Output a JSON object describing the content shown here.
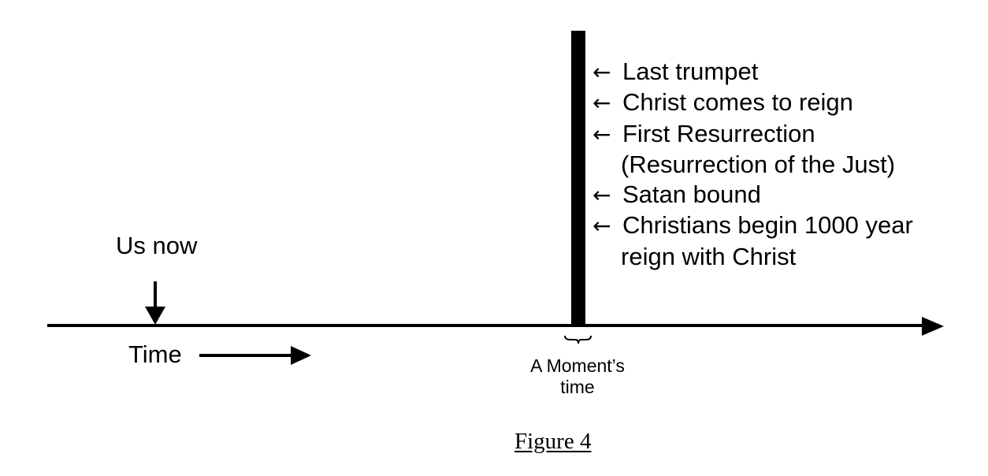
{
  "diagram": {
    "marker_label": "Us now",
    "time_label": "Time",
    "moment_label": [
      "A Moment’s",
      "time"
    ],
    "events": [
      {
        "arrow": "←",
        "text": "Last trumpet"
      },
      {
        "arrow": "←",
        "text": "Christ comes to reign"
      },
      {
        "arrow": "←",
        "text": "First Resurrection"
      },
      {
        "arrow": "",
        "text": "(Resurrection of the Just)"
      },
      {
        "arrow": "←",
        "text": "Satan bound"
      },
      {
        "arrow": "←",
        "text": "Christians begin 1000 year"
      },
      {
        "arrow": "",
        "text": "reign with Christ"
      }
    ],
    "caption": "Figure 4",
    "colors": {
      "ink": "#000000",
      "background": "#ffffff"
    }
  }
}
